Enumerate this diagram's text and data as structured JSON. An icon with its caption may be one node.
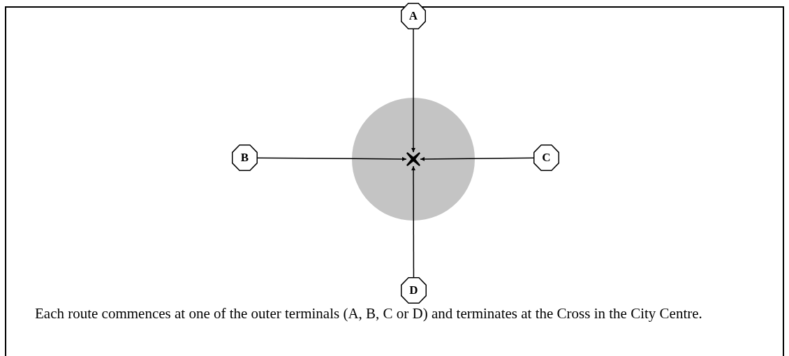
{
  "diagram": {
    "caption": "Each route commences at one of the outer terminals (A, B, C or D) and terminates at the Cross in the City Centre.",
    "nodes": [
      {
        "text": [
          "A"
        ]
      },
      {
        "text": [
          "B"
        ]
      },
      {
        "text": [
          "C"
        ]
      },
      {
        "text": [
          "D"
        ]
      },
      {
        "text": [],
        "shape": "cross"
      }
    ],
    "edges": [
      {
        "from": 0,
        "to": 4,
        "arrow": "to"
      },
      {
        "from": 1,
        "to": 4,
        "arrow": "to"
      },
      {
        "from": 2,
        "to": 4,
        "arrow": "to"
      },
      {
        "from": 3,
        "to": 4,
        "arrow": "to"
      }
    ]
  }
}
